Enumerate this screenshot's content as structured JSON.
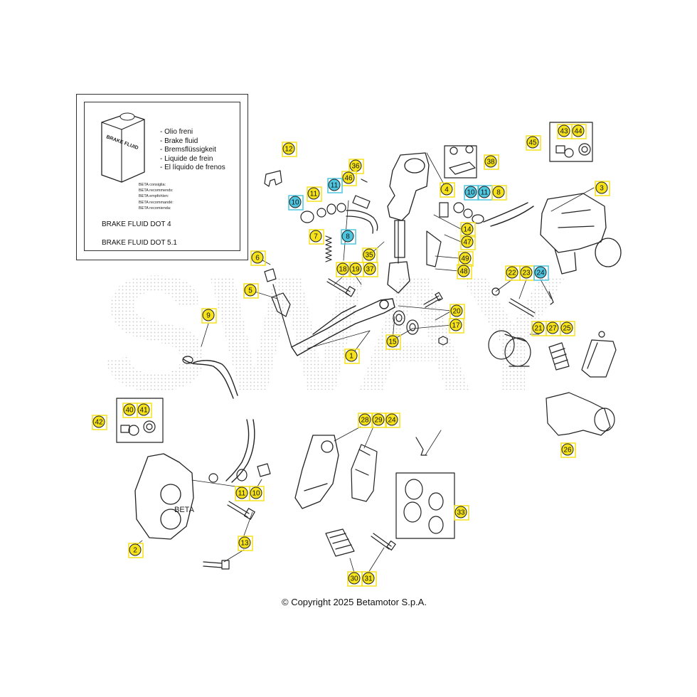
{
  "legend": {
    "fluid_names": [
      "- Olio freni",
      "- Brake fluid",
      "- Bremsflüssigkeit",
      "- Liquide de frein",
      "- El líquido de frenos"
    ],
    "bottle_label": "BRAKE FLUID",
    "recommends": [
      "BETA consiglia:",
      "BETA recommends:",
      "BETA empfohlen:",
      "BETA recommandé:",
      "BETA recomienda:"
    ],
    "spec_1": "BRAKE FLUID DOT 4",
    "spec_2": "BRAKE FLUID DOT 5.1"
  },
  "copyright": "© Copyright 2025 Betamotor S.p.A.",
  "watermark": "SWAY",
  "colors": {
    "yellow_callout": "#f5e21a",
    "cyan_callout": "#4fc6e0",
    "line": "#222222"
  },
  "callouts": [
    {
      "n": "12",
      "c": "y"
    },
    {
      "n": "36",
      "c": "y"
    },
    {
      "n": "46",
      "c": "y"
    },
    {
      "n": "11",
      "c": "c"
    },
    {
      "n": "11",
      "c": "y"
    },
    {
      "n": "10",
      "c": "c"
    },
    {
      "n": "7",
      "c": "y"
    },
    {
      "n": "8",
      "c": "c"
    },
    {
      "n": "4",
      "c": "y"
    },
    {
      "n": "10",
      "c": "c"
    },
    {
      "n": "11",
      "c": "c"
    },
    {
      "n": "8",
      "c": "y"
    },
    {
      "n": "14",
      "c": "y"
    },
    {
      "n": "47",
      "c": "y"
    },
    {
      "n": "49",
      "c": "y"
    },
    {
      "n": "48",
      "c": "y"
    },
    {
      "n": "35",
      "c": "y"
    },
    {
      "n": "18",
      "c": "y"
    },
    {
      "n": "19",
      "c": "y"
    },
    {
      "n": "37",
      "c": "y"
    },
    {
      "n": "6",
      "c": "y"
    },
    {
      "n": "5",
      "c": "y"
    },
    {
      "n": "9",
      "c": "y"
    },
    {
      "n": "20",
      "c": "y"
    },
    {
      "n": "17",
      "c": "y"
    },
    {
      "n": "15",
      "c": "y"
    },
    {
      "n": "1",
      "c": "y"
    },
    {
      "n": "38",
      "c": "y"
    },
    {
      "n": "45",
      "c": "y"
    },
    {
      "n": "43",
      "c": "y"
    },
    {
      "n": "44",
      "c": "y"
    },
    {
      "n": "3",
      "c": "y"
    },
    {
      "n": "22",
      "c": "y"
    },
    {
      "n": "23",
      "c": "y"
    },
    {
      "n": "24",
      "c": "c"
    },
    {
      "n": "21",
      "c": "y"
    },
    {
      "n": "27",
      "c": "y"
    },
    {
      "n": "25",
      "c": "y"
    },
    {
      "n": "26",
      "c": "y"
    },
    {
      "n": "42",
      "c": "y"
    },
    {
      "n": "40",
      "c": "y"
    },
    {
      "n": "41",
      "c": "y"
    },
    {
      "n": "28",
      "c": "y"
    },
    {
      "n": "29",
      "c": "y"
    },
    {
      "n": "24",
      "c": "y"
    },
    {
      "n": "11",
      "c": "y"
    },
    {
      "n": "10",
      "c": "y"
    },
    {
      "n": "2",
      "c": "y"
    },
    {
      "n": "13",
      "c": "y"
    },
    {
      "n": "33",
      "c": "y"
    },
    {
      "n": "30",
      "c": "y"
    },
    {
      "n": "31",
      "c": "y"
    }
  ]
}
